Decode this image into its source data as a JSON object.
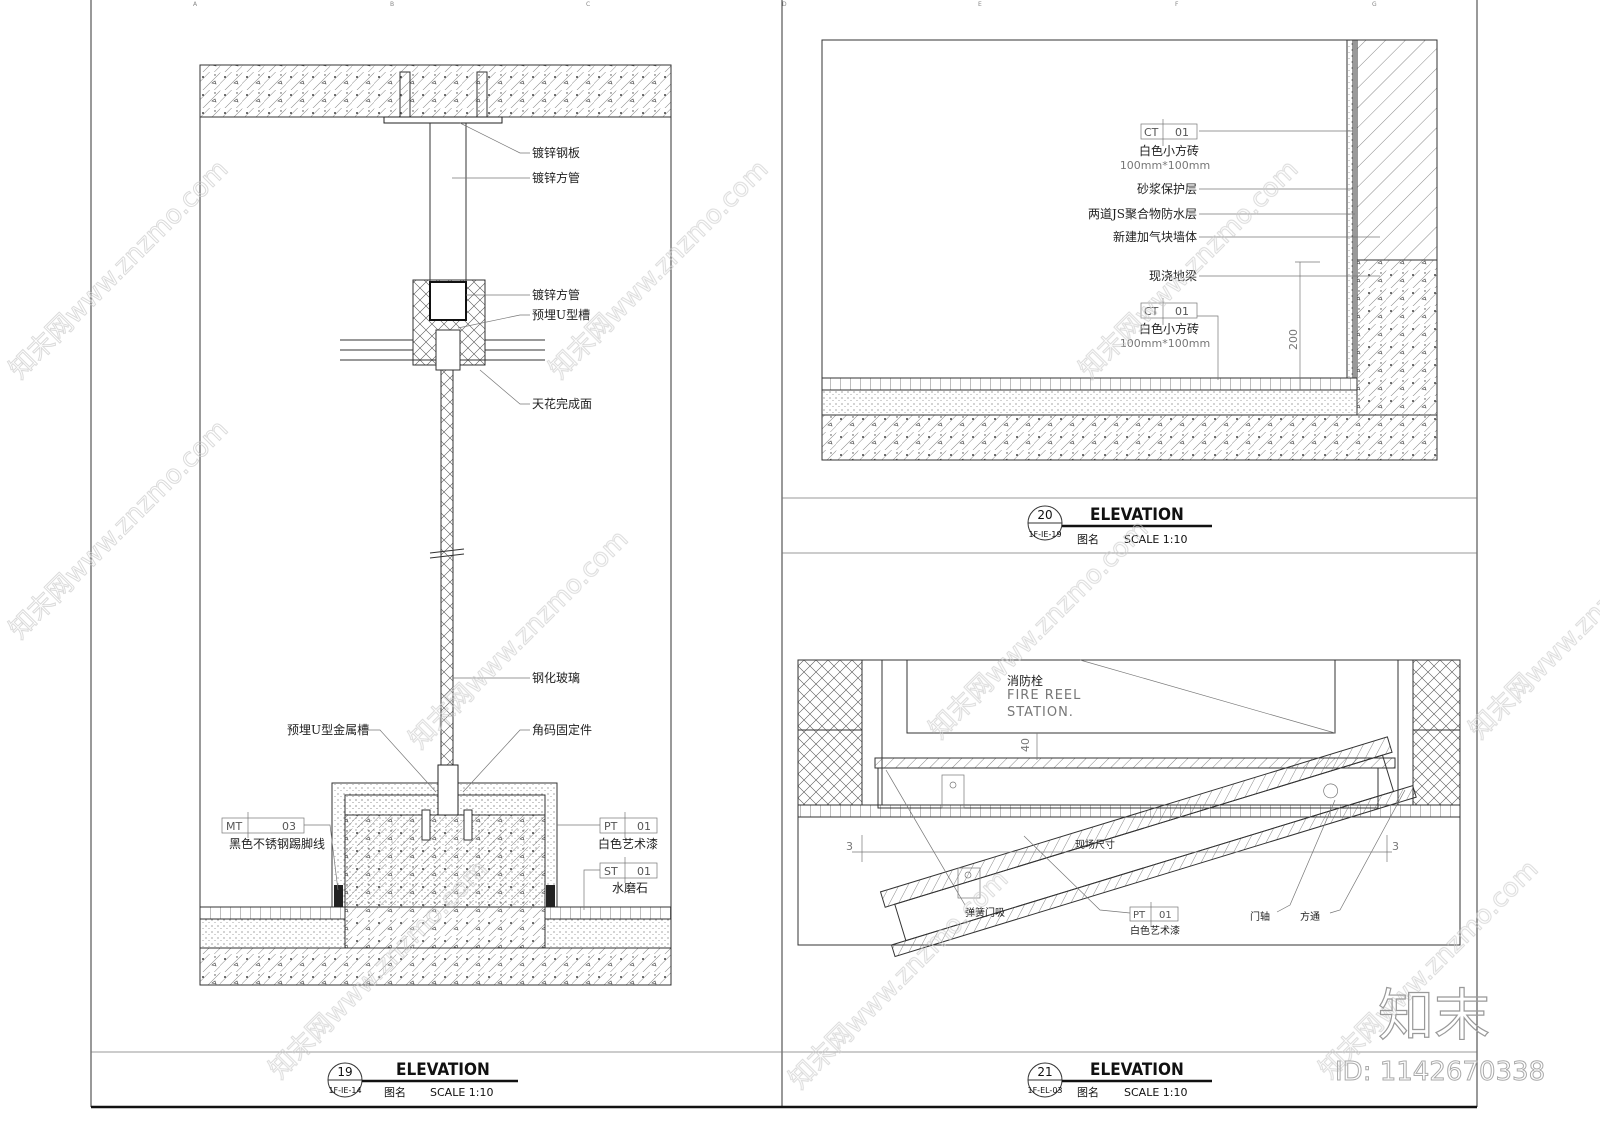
{
  "grid_columns": [
    "A",
    "B",
    "C",
    "D",
    "E",
    "F",
    "G"
  ],
  "watermark": {
    "text": "知末网www.znzmo.com",
    "logo": "知末",
    "id": "ID: 1142670338"
  },
  "detail_19": {
    "number": "19",
    "ref": "1F-IE-14",
    "title": "ELEVATION",
    "name_label": "图名",
    "scale": "SCALE 1:10",
    "labels": {
      "galvanized_plate": "镀锌钢板",
      "galvanized_tube_1": "镀锌方管",
      "galvanized_tube_2": "镀锌方管",
      "embedded_u_channel": "预埋U型槽",
      "ceiling_finish": "天花完成面",
      "tempered_glass": "钢化玻璃",
      "embedded_u_metal_channel": "预埋U型金属槽",
      "angle_fixing": "角码固定件"
    },
    "tags": [
      {
        "code": "MT",
        "num": "03",
        "desc": "黑色不锈钢踢脚线"
      },
      {
        "code": "PT",
        "num": "01",
        "desc": "白色艺术漆"
      },
      {
        "code": "ST",
        "num": "01",
        "desc": "水磨石"
      }
    ]
  },
  "detail_20": {
    "number": "20",
    "ref": "1F-IE-19",
    "title": "ELEVATION",
    "name_label": "图名",
    "scale": "SCALE 1:10",
    "tag_top": {
      "code": "CT",
      "num": "01",
      "desc": "白色小方砖",
      "size": "100mm*100mm"
    },
    "labels": {
      "mortar": "砂浆保护层",
      "waterproof": "两道JS聚合物防水层",
      "wall": "新建加气块墙体",
      "beam": "现浇地梁"
    },
    "tag_bottom": {
      "code": "CT",
      "num": "01",
      "desc": "白色小方砖",
      "size": "100mm*100mm"
    },
    "dimension": "200"
  },
  "detail_21": {
    "number": "21",
    "ref": "1F-EL-03",
    "title": "ELEVATION",
    "name_label": "图名",
    "scale": "SCALE 1:10",
    "box_cn": "消防栓",
    "box_en_1": "FIRE REEL",
    "box_en_2": "STATION.",
    "dim_gap": "40",
    "dim_left": "3",
    "dim_right": "3",
    "site_size": "现场尺寸",
    "labels": {
      "door_stop": "弹簧门吸",
      "hinge": "门轴",
      "tube": "方通"
    },
    "tag": {
      "code": "PT",
      "num": "01",
      "desc": "白色艺术漆"
    }
  }
}
